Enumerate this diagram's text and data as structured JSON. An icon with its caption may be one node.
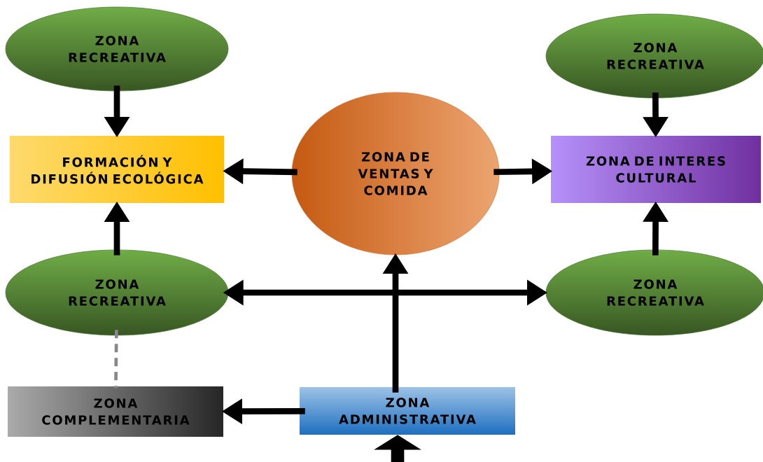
{
  "diagram": {
    "nodes": [
      {
        "text": [
          "ZONA RECREATIVA"
        ]
      },
      {
        "text": [
          "ZONA RECREATIVA"
        ]
      },
      {
        "text": [
          "FORMACIÓN Y DIFUSIÓN ECOLÓGICA"
        ]
      },
      {
        "text": [
          "ZONA DE VENTAS Y COMIDA"
        ]
      },
      {
        "text": [
          "ZONA DE INTERES CULTURAL"
        ]
      },
      {
        "text": [
          "ZONA RECREATIVA"
        ]
      },
      {
        "text": [
          "ZONA RECREATIVA"
        ]
      },
      {
        "text": [
          "ZONA COMPLEMENTARIA"
        ]
      },
      {
        "text": [
          "ZONA ADMINISTRATIVA"
        ]
      }
    ],
    "edges": [
      {
        "from": 0,
        "to": 2,
        "arrow": "to"
      },
      {
        "from": 1,
        "to": 4,
        "arrow": "to"
      },
      {
        "from": 3,
        "to": 2,
        "arrow": "to"
      },
      {
        "from": 3,
        "to": 4,
        "arrow": "to"
      },
      {
        "from": 5,
        "to": 2,
        "arrow": "to"
      },
      {
        "from": 6,
        "to": 4,
        "arrow": "to"
      },
      {
        "from": 5,
        "to": 6,
        "arrow": "both"
      },
      {
        "from": 8,
        "to": 3,
        "arrow": "to"
      },
      {
        "from": 8,
        "to": 7,
        "arrow": "to"
      },
      {
        "from": 5,
        "to": 7,
        "arrow": "none",
        "style": "dashed",
        "color": "#888888"
      },
      {
        "from": null,
        "to": 8,
        "arrow": "to",
        "style": "thick"
      }
    ]
  }
}
